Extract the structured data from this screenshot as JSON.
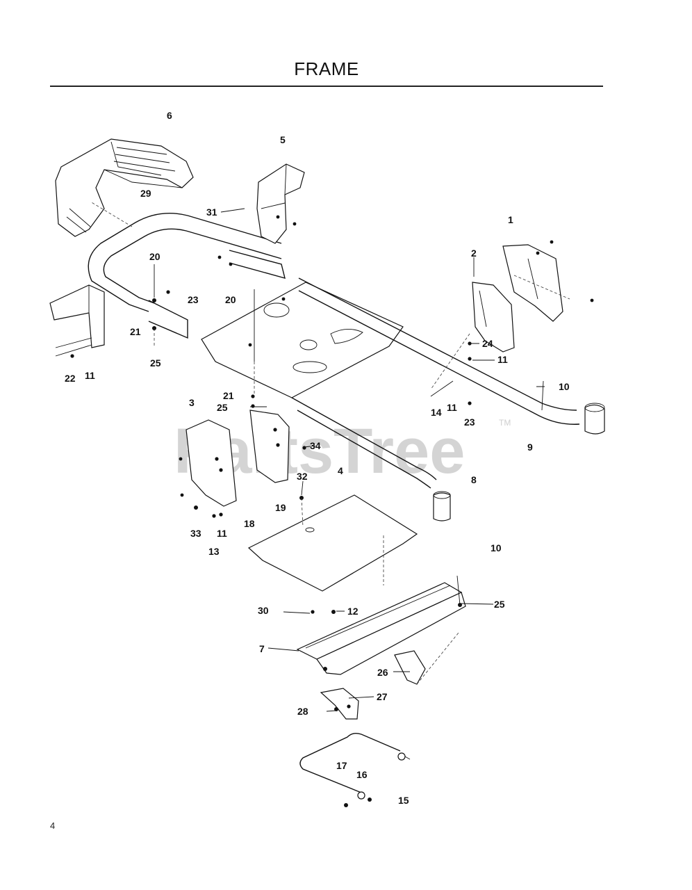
{
  "title": "FRAME",
  "page_number": "4",
  "watermark": {
    "text": "PartsTree",
    "trademark": "TM"
  },
  "callouts": [
    {
      "label": "6"
    },
    {
      "label": "5"
    },
    {
      "label": "29"
    },
    {
      "label": "31"
    },
    {
      "label": "1"
    },
    {
      "label": "2"
    },
    {
      "label": "20"
    },
    {
      "label": "23"
    },
    {
      "label": "20"
    },
    {
      "label": "21"
    },
    {
      "label": "25"
    },
    {
      "label": "22"
    },
    {
      "label": "11"
    },
    {
      "label": "24"
    },
    {
      "label": "11"
    },
    {
      "label": "10"
    },
    {
      "label": "21"
    },
    {
      "label": "25"
    },
    {
      "label": "3"
    },
    {
      "label": "14"
    },
    {
      "label": "11"
    },
    {
      "label": "23"
    },
    {
      "label": "9"
    },
    {
      "label": "34"
    },
    {
      "label": "4"
    },
    {
      "label": "8"
    },
    {
      "label": "32"
    },
    {
      "label": "19"
    },
    {
      "label": "33"
    },
    {
      "label": "11"
    },
    {
      "label": "18"
    },
    {
      "label": "13"
    },
    {
      "label": "10"
    },
    {
      "label": "30"
    },
    {
      "label": "12"
    },
    {
      "label": "25"
    },
    {
      "label": "7"
    },
    {
      "label": "26"
    },
    {
      "label": "27"
    },
    {
      "label": "28"
    },
    {
      "label": "17"
    },
    {
      "label": "16"
    },
    {
      "label": "15"
    }
  ]
}
